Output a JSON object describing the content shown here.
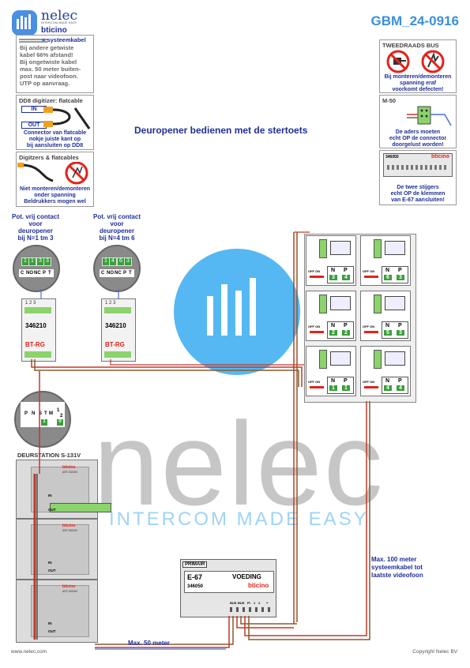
{
  "header": {
    "brand_top": "nelec",
    "brand_small": "INTERCOM MADE EASY",
    "brand_bottom": "bticino",
    "code": "GBM_24-0916"
  },
  "title": "Deuropener bedienen met de stertoets",
  "notes_left": {
    "cable": {
      "label": "= systeemkabel",
      "lines": [
        "Bij andere getwiste",
        "kabel 66% afstand!",
        "Bij ongetwiste kabel",
        "max. 50 meter buiten-",
        "post naar videofoon.",
        "UTP op aanvraag."
      ]
    },
    "dd8": {
      "title": "DD8 digitizer: flatcable",
      "in": "IN",
      "out": "OUT",
      "lines": [
        "Connector van flatcable",
        "nokje juiste kant op",
        "bij aansluiten op DD8"
      ]
    },
    "digitizers": {
      "title": "Digitzers & flatcables",
      "lines": [
        "Niet monteren/demonteren",
        "onder spanning",
        "Beldrukkers mogen wel"
      ]
    }
  },
  "notes_right": {
    "bus": {
      "title": "TWEEDRAADS BUS",
      "lines": [
        "Bij monteren/demonteren",
        "spanning eraf",
        "voorkomt defecten!"
      ]
    },
    "m50": {
      "title": "M-50",
      "lines": [
        "De aders moeten",
        "echt OP de connector",
        "doorgelust worden!"
      ]
    },
    "e67": {
      "module_code": "346050",
      "brand": "bticino",
      "lines": [
        "De twee stijgers",
        "echt OP de klemmen",
        "van E-67 aansluiten!"
      ]
    }
  },
  "relays": [
    {
      "caption": [
        "Pot. vrij contact",
        "voor",
        "deuropener",
        "bij N=1 tm 3"
      ],
      "dip": [
        "1",
        "1",
        "3",
        "3"
      ],
      "terms": [
        "C",
        "NO",
        "NC",
        "P",
        "T"
      ],
      "top_terms": [
        "1",
        "2",
        "3"
      ],
      "model": "346210",
      "mark": "BT-RG"
    },
    {
      "caption": [
        "Pot. vrij contact",
        "voor",
        "deuropener",
        "bij N=4 tm 6"
      ],
      "dip": [
        "1",
        "4",
        "6",
        "3"
      ],
      "terms": [
        "C",
        "NO",
        "NC",
        "P",
        "T"
      ],
      "top_terms": [
        "1",
        "2",
        "3"
      ],
      "model": "346210",
      "mark": "BT-RG"
    }
  ],
  "door_station": {
    "title": "DEURSTATION S-131V",
    "dip_labels": [
      "P",
      "N",
      "S",
      "T",
      "M",
      "1",
      "2"
    ],
    "dip_values": [
      "1",
      "0"
    ],
    "in": "IN",
    "out": "OUT",
    "brand": "bticino",
    "codes": [
      "ART.332300",
      "ART.352000",
      "ART.352000"
    ]
  },
  "monitors": [
    {
      "n": "3",
      "p": "4"
    },
    {
      "n": "6",
      "p": "3"
    },
    {
      "n": "2",
      "p": "2"
    },
    {
      "n": "5",
      "p": "3"
    },
    {
      "n": "1",
      "p": "1"
    },
    {
      "n": "4",
      "p": "4"
    }
  ],
  "monitor_labels": {
    "n": "N",
    "p": "P",
    "switch": "OFF ON"
  },
  "power": {
    "primary": "PRIMAIR",
    "model": "E-67",
    "name": "VOEDING",
    "code": "346050",
    "brand": "bticino",
    "terms": [
      "BUS",
      "BUS",
      "PI",
      "1",
      "2",
      "+"
    ]
  },
  "annotations": {
    "max50": "Max. 50 meter",
    "max100": [
      "Max. 100 meter",
      "systeemkabel tot",
      "laatste videofoon"
    ]
  },
  "watermark": {
    "text": "nelec",
    "tagline": "INTERCOM MADE EASY"
  },
  "footer": {
    "left": "www.nelec.com",
    "right": "Copyright Nelec BV"
  },
  "colors": {
    "navy": "#1f2f9a",
    "bticino_red": "#e2231a",
    "wire_red": "#c0392b",
    "wire_brown": "#8a5a2a",
    "wire_blue": "#4a6fd6",
    "watermark_blue": "#55b8f2",
    "accent_green": "#3aa03a"
  }
}
